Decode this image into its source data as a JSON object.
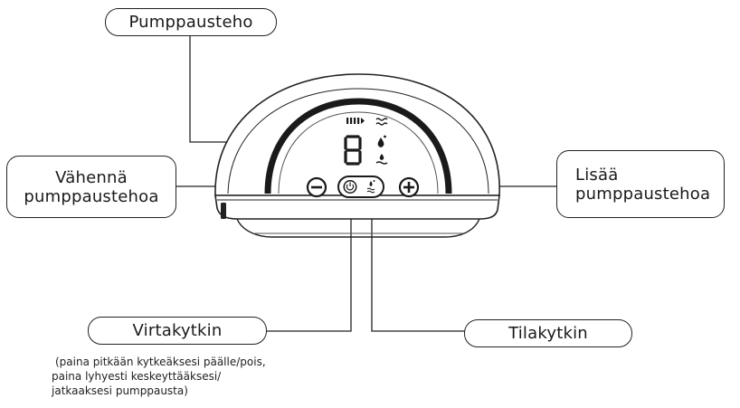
{
  "callouts": {
    "pump_strength": "Pumppausteho",
    "decrease_line1": "Vähennä",
    "decrease_line2": "pumppaustehoa",
    "increase_line1": "Lisää",
    "increase_line2": "pumppaustehoa",
    "power_switch": "Virtakytkin",
    "mode_switch": "Tilakytkin"
  },
  "power_note": {
    "line1": "(paina pitkään kytkeäksesi päälle/pois,",
    "line2": "paina lyhyesti keskeyttääksesi/",
    "line3": "jatkaaksesi pumppausta)"
  },
  "display": {
    "digit": "8"
  },
  "icons": {
    "bars": "signal-bars-icon",
    "waves": "waves-icon",
    "drop": "drop-icon",
    "water": "water-icon",
    "minus": "minus-icon",
    "power": "power-icon",
    "mode": "mode-icon",
    "plus": "plus-icon"
  }
}
